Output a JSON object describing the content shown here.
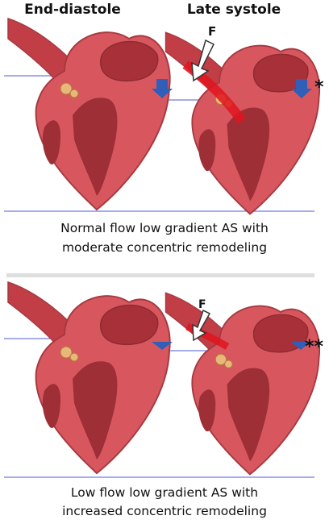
{
  "columns": {
    "left": "End-diastole",
    "right": "Late systole"
  },
  "panel_top": {
    "caption_line1": "Normal flow low gradient AS with",
    "caption_line2": "moderate concentric remodeling",
    "flow_marker": "F",
    "asterisk": "*"
  },
  "panel_bottom": {
    "caption_line1": "Low flow low gradient AS with",
    "caption_line2": "increased concentric remodeling",
    "flow_marker": "F",
    "asterisk": "**"
  },
  "colors": {
    "heart_wall": "#d8575f",
    "heart_outline": "#a63a40",
    "chamber": "#9e2f36",
    "aorta": "#c23e47",
    "valve": "#e8b87a",
    "jet": "#e0141e",
    "arrow": "#2f5fb8",
    "guide_line": "#4a5bd4",
    "divider": "#dedede"
  }
}
